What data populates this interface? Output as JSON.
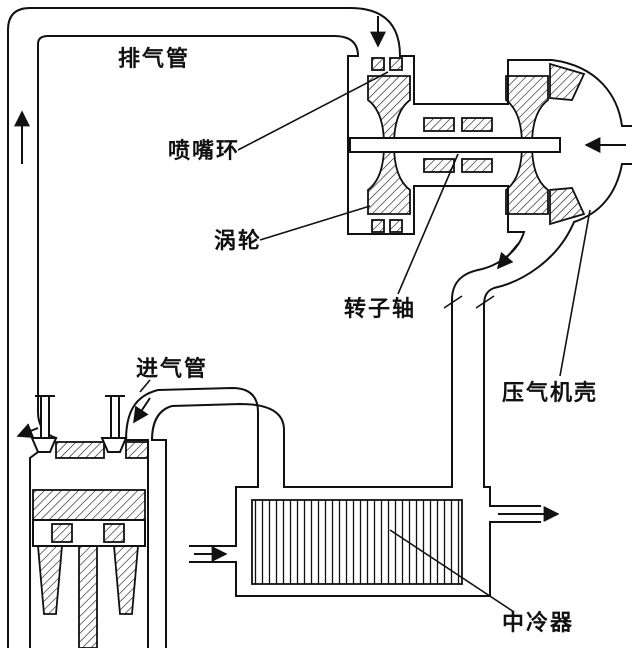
{
  "diagram": {
    "background": "#ffffff",
    "line_color": "#111111",
    "labels": {
      "exhaust_pipe": "排气管",
      "nozzle_ring": "喷嘴环",
      "turbine": "涡轮",
      "rotor_shaft": "转子轴",
      "compressor_housing": "压气机壳",
      "intake_pipe": "进气管",
      "intercooler": "中冷器"
    }
  }
}
